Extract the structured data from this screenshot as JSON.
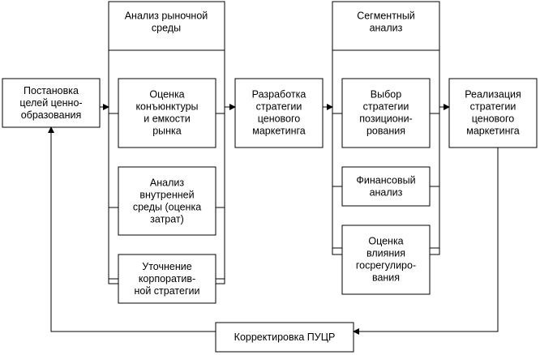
{
  "colors": {
    "stroke": "#000000",
    "background": "#ffffff"
  },
  "nodes": {
    "goals": {
      "lines": [
        "Постановка",
        "целей ценно-",
        "образования"
      ]
    },
    "market": {
      "lines": [
        "Анализ рыночной",
        "среды"
      ]
    },
    "conjuncture": {
      "lines": [
        "Оценка",
        "конъюнктуры",
        "и емкости",
        "рынка"
      ]
    },
    "internal": {
      "lines": [
        "Анализ",
        "внутренней",
        "среды (оценка",
        "затрат)"
      ]
    },
    "corporate": {
      "lines": [
        "Уточнение",
        "корпоратив-",
        "ной стратегии"
      ]
    },
    "strategy": {
      "lines": [
        "Разработка",
        "стратегии",
        "ценового",
        "маркетинга"
      ]
    },
    "segment": {
      "lines": [
        "Сегментный",
        "анализ"
      ]
    },
    "positioning": {
      "lines": [
        "Выбор",
        "стратегии",
        "позициони-",
        "рования"
      ]
    },
    "financial": {
      "lines": [
        "Финансовый",
        "анализ"
      ]
    },
    "regulation": {
      "lines": [
        "Оценка",
        "влияния",
        "госрегулиро-",
        "вания"
      ]
    },
    "realization": {
      "lines": [
        "Реализация",
        "стратегии",
        "ценового",
        "маркетинга"
      ]
    },
    "correction": {
      "lines": [
        "Корректировка ПУЦР"
      ]
    }
  }
}
